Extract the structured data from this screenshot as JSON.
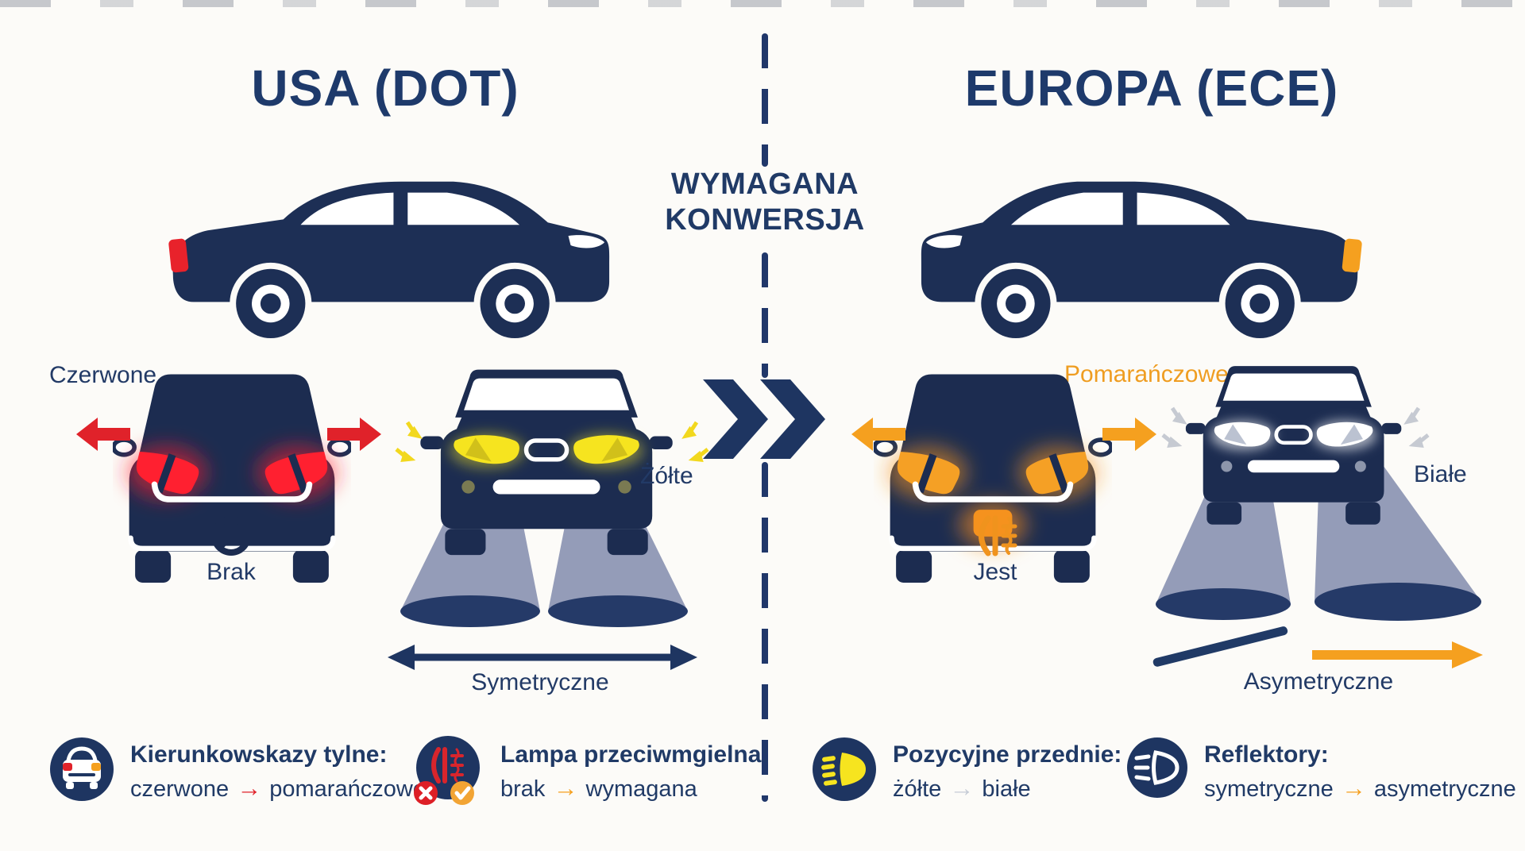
{
  "titles": {
    "left": "USA (DOT)",
    "right": "EUROPA (ECE)"
  },
  "center": {
    "line1": "WYMAGANA",
    "line2": "KONWERSJA"
  },
  "usa": {
    "rear_light_label": "Czerwone",
    "fog_status_label": "Brak",
    "front_light_label": "Żółte",
    "beam_label": "Symetryczne"
  },
  "europe": {
    "rear_light_label": "Pomarańczowe",
    "fog_status_label": "Jest",
    "front_light_label": "Białe",
    "beam_label": "Asymetryczne"
  },
  "legend": {
    "items": [
      {
        "title": "Kierunkowskazy tylne:",
        "from": "czerwone",
        "arrow": "→",
        "to": "pomarańczowe"
      },
      {
        "title": "Lampa przeciwmgielna:",
        "from": "brak",
        "arrow": "→",
        "to": "wymagana"
      },
      {
        "title": "Pozycyjne przednie:",
        "from": "żółte",
        "arrow": "→",
        "to": "białe"
      },
      {
        "title": "Reflektory:",
        "from": "symetryczne",
        "arrow": "→",
        "to": "asymetryczne"
      }
    ]
  },
  "icons": {
    "center_divider": "vertical-dashed-line",
    "conversion": "double-chevron-right-icon",
    "usa_fog": "prohibited-icon",
    "europe_fog": "rear-fog-lamp-icon",
    "legend_1": "car-rear-turn-signals-icon",
    "legend_2": "fog-lamp-with-x-and-check-icon",
    "legend_3": "headlamp-beam-yellow-icon",
    "legend_4": "headlamp-beam-outline-icon"
  },
  "colors": {
    "background": "#fcfbf8",
    "navy_text": "#203a66",
    "navy_car": "#1d2f55",
    "red": "#e0222a",
    "red_light": "#ff2030",
    "orange": "#f5a01f",
    "yellow": "#f6e41f",
    "beam": "#8b94b2",
    "gray_arrow": "#c6cbd6"
  }
}
